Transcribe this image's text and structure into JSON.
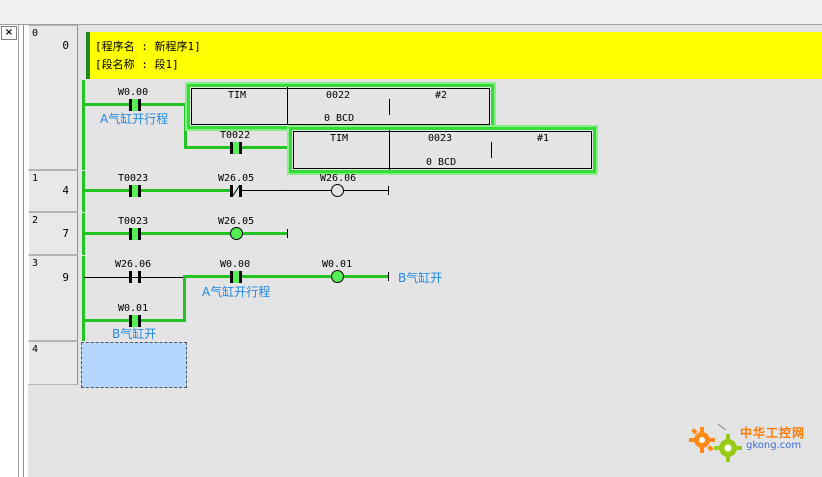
{
  "window": {
    "close_glyph": "×"
  },
  "program": {
    "name_line": "[程序名 : 新程序1]",
    "section_line": "[段名称 : 段1]"
  },
  "rungs": [
    {
      "index": "0",
      "step": "0"
    },
    {
      "index": "1",
      "step": "4"
    },
    {
      "index": "2",
      "step": "7"
    },
    {
      "index": "3",
      "step": "9"
    },
    {
      "index": "4",
      "step": ""
    }
  ],
  "rung0": {
    "contact1": {
      "address": "W0.00",
      "comment": "A气缸开行程"
    },
    "timer1": {
      "instr": "TIM",
      "number": "0022",
      "preset": "#2",
      "mode": "0 BCD"
    },
    "contact2": {
      "address": "T0022"
    },
    "timer2": {
      "instr": "TIM",
      "number": "0023",
      "preset": "#1",
      "mode": "0 BCD"
    }
  },
  "rung1": {
    "contact1": {
      "address": "T0023"
    },
    "contact2": {
      "address": "W26.05"
    },
    "coil": {
      "address": "W26.06"
    }
  },
  "rung2": {
    "contact1": {
      "address": "T0023"
    },
    "coil": {
      "address": "W26.05"
    }
  },
  "rung3": {
    "contact1": {
      "address": "W26.06"
    },
    "contact2": {
      "address": "W0.00",
      "comment": "A气缸开行程"
    },
    "coil": {
      "address": "W0.01",
      "comment": "B气缸开"
    },
    "branch_contact": {
      "address": "W0.01",
      "comment": "B气缸开"
    }
  },
  "logo": {
    "brand": "中华工控网",
    "url": "gkong.com"
  },
  "colors": {
    "active_green": "#22c322",
    "comment_yellow": "#ffff00",
    "comment_blue": "#1e88e5",
    "selection_blue": "#b3d7ff"
  },
  "icons": [
    "close-icon",
    "gear-icon"
  ]
}
